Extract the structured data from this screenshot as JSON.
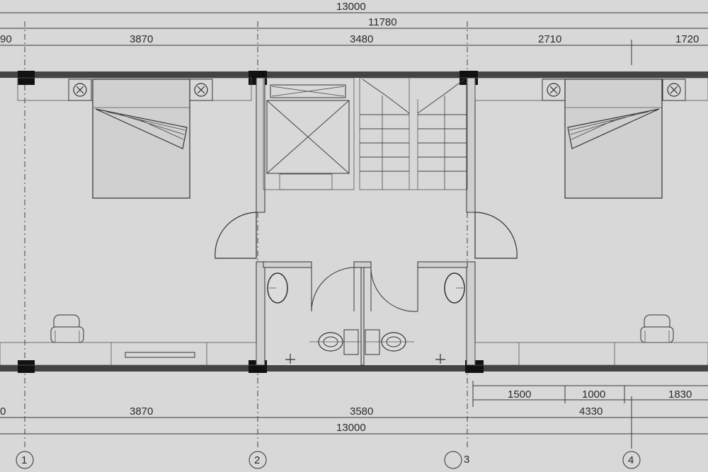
{
  "dimensions": {
    "top_overall": "13000",
    "top_inner": "11780",
    "top_left_partial": "90",
    "top_seg_1": "3870",
    "top_seg_2": "3480",
    "top_seg_3": "2710",
    "top_seg_4": "1720",
    "bottom_left_partial": "0",
    "bottom_seg_1": "3870",
    "bottom_seg_2": "3580",
    "bottom_right_a": "1500",
    "bottom_right_b": "1000",
    "bottom_right_c": "1830",
    "bottom_right_total": "4330",
    "bottom_overall": "13000"
  },
  "axes": {
    "a1": "1",
    "a2": "2",
    "a3": "3",
    "a4": "4"
  }
}
